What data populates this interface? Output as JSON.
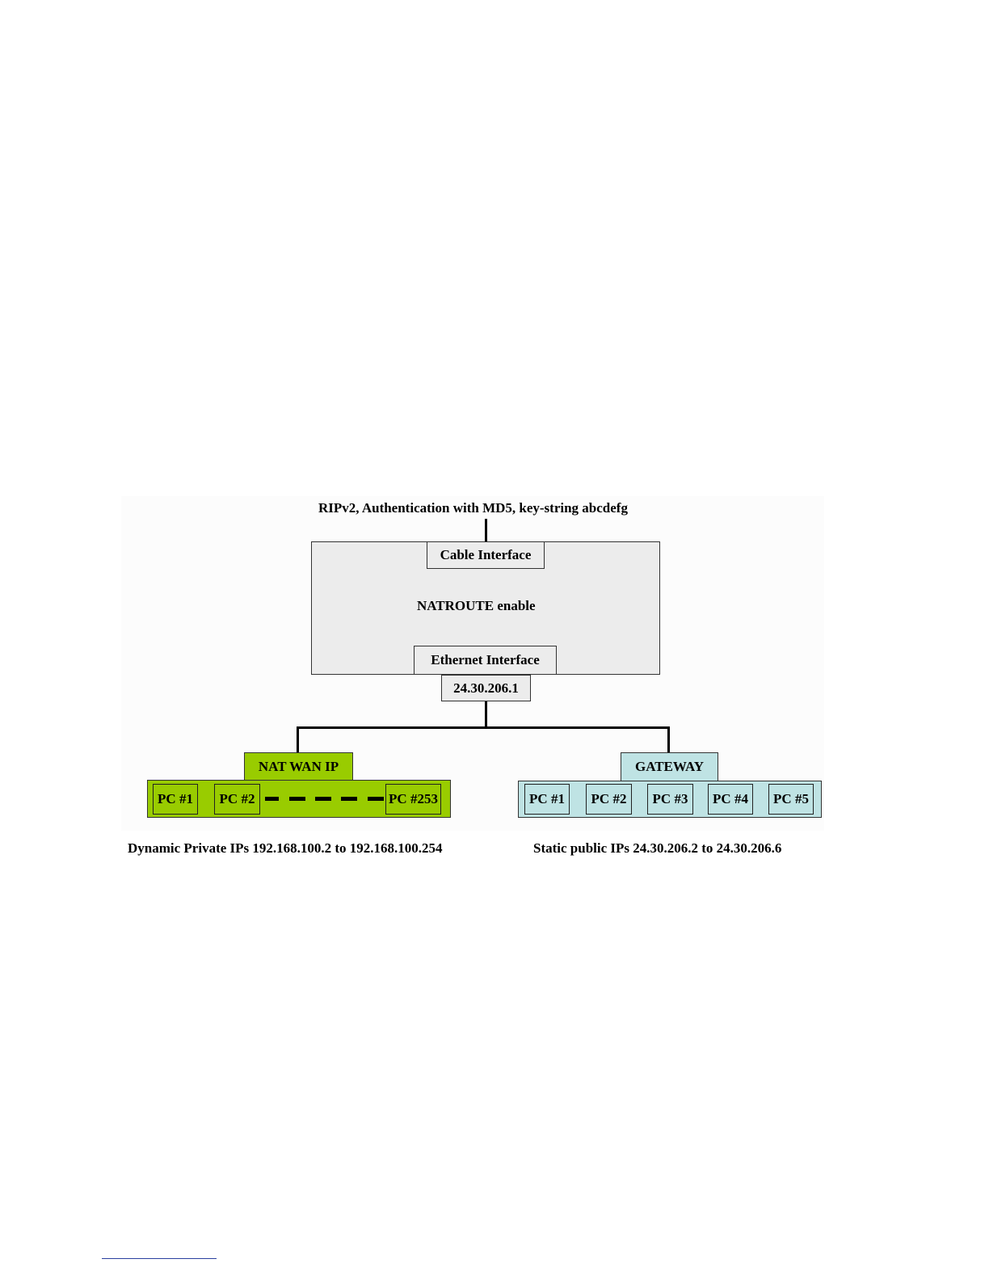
{
  "diagram": {
    "protocol_note": "RIPv2, Authentication with MD5, key-string abcdefg",
    "router": {
      "cable_interface": "Cable Interface",
      "mode": "NATROUTE enable",
      "ethernet_interface": "Ethernet Interface",
      "ip": "24.30.206.1"
    },
    "nat_group": {
      "header": "NAT WAN IP",
      "pcs": [
        "PC #1",
        "PC #2",
        "PC #253"
      ],
      "caption": "Dynamic Private IPs 192.168.100.2 to 192.168.100.254"
    },
    "gateway_group": {
      "header": "GATEWAY",
      "pcs": [
        "PC #1",
        "PC #2",
        "PC #3",
        "PC #4",
        "PC #5"
      ],
      "caption": "Static public IPs 24.30.206.2 to 24.30.206.6"
    },
    "colors": {
      "router_fill": "#ececec",
      "nat_fill": "#99cc00",
      "gateway_fill": "#bfe3e4"
    }
  }
}
